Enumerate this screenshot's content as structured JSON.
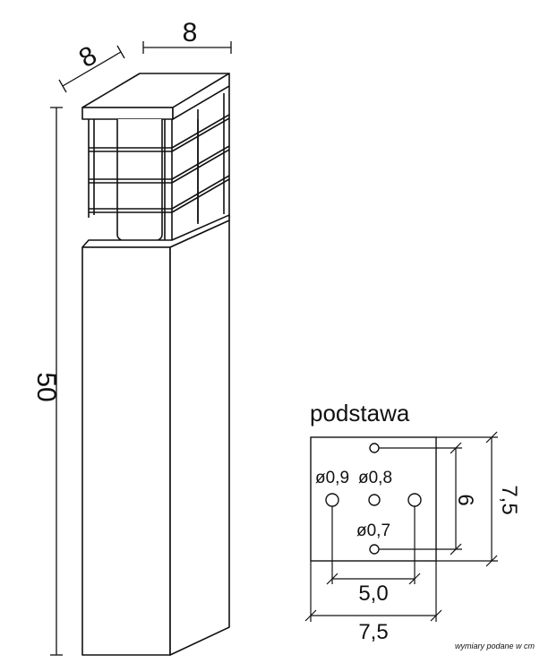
{
  "lamp": {
    "depth_label": "8",
    "width_label": "8",
    "height_label": "50"
  },
  "base": {
    "title": "podstawa",
    "hole_large_label": "ø0,9",
    "hole_center_label": "ø0,8",
    "hole_small_label": "ø0,7",
    "hole_spacing_horizontal": "5,0",
    "hole_spacing_vertical": "6",
    "plate_width": "7,5",
    "plate_height": "7,5"
  },
  "note": "wymiary podane w cm",
  "colors": {
    "stroke": "#111111",
    "background": "#ffffff",
    "cylinder": "#ffffff"
  }
}
